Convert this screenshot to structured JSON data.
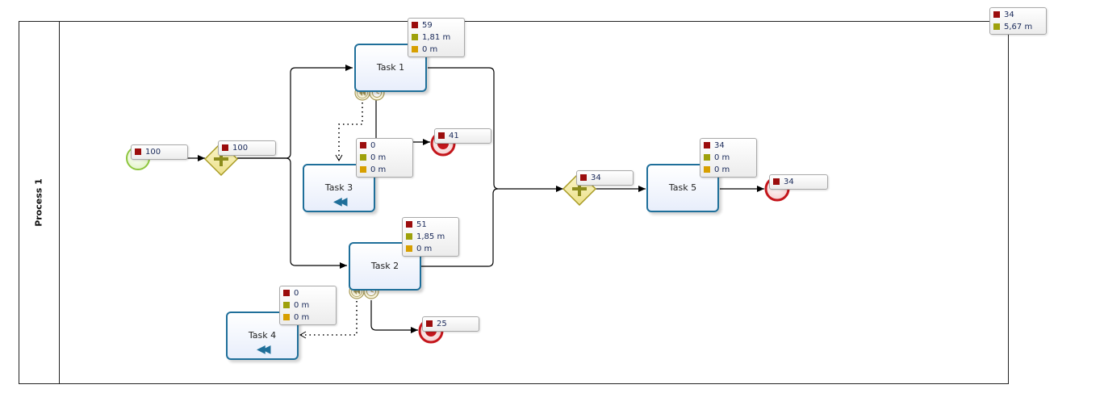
{
  "lane": {
    "title": "Process 1"
  },
  "tasks": {
    "task1": {
      "label": "Task 1"
    },
    "task2": {
      "label": "Task 2"
    },
    "task3": {
      "label": "Task 3"
    },
    "task4": {
      "label": "Task 4"
    },
    "task5": {
      "label": "Task 5"
    }
  },
  "stats": {
    "start": {
      "count": "100"
    },
    "split_gateway": {
      "count": "100"
    },
    "task1": {
      "count": "59",
      "time": "1,81 m",
      "wait": "0 m"
    },
    "task3": {
      "count": "0",
      "time": "0 m",
      "wait": "0 m"
    },
    "end_task1": {
      "count": "41"
    },
    "task2": {
      "count": "51",
      "time": "1,85 m",
      "wait": "0 m"
    },
    "task4": {
      "count": "0",
      "time": "0 m",
      "wait": "0 m"
    },
    "end_task2": {
      "count": "25"
    },
    "join_gateway": {
      "count": "34"
    },
    "task5": {
      "count": "34",
      "time": "0 m",
      "wait": "0 m"
    },
    "end_final": {
      "count": "34"
    },
    "process": {
      "count": "34",
      "time": "5,67 m"
    }
  },
  "colors": {
    "count_marker": "#9b0d0d",
    "time_marker": "#9ea10b",
    "wait_marker": "#d79f00",
    "task_border": "#1f6f9a",
    "gateway_fill": "#f2eaa0",
    "gateway_border": "#a89b25",
    "start_event": "#8ec63f",
    "end_event": "#c4161c"
  }
}
